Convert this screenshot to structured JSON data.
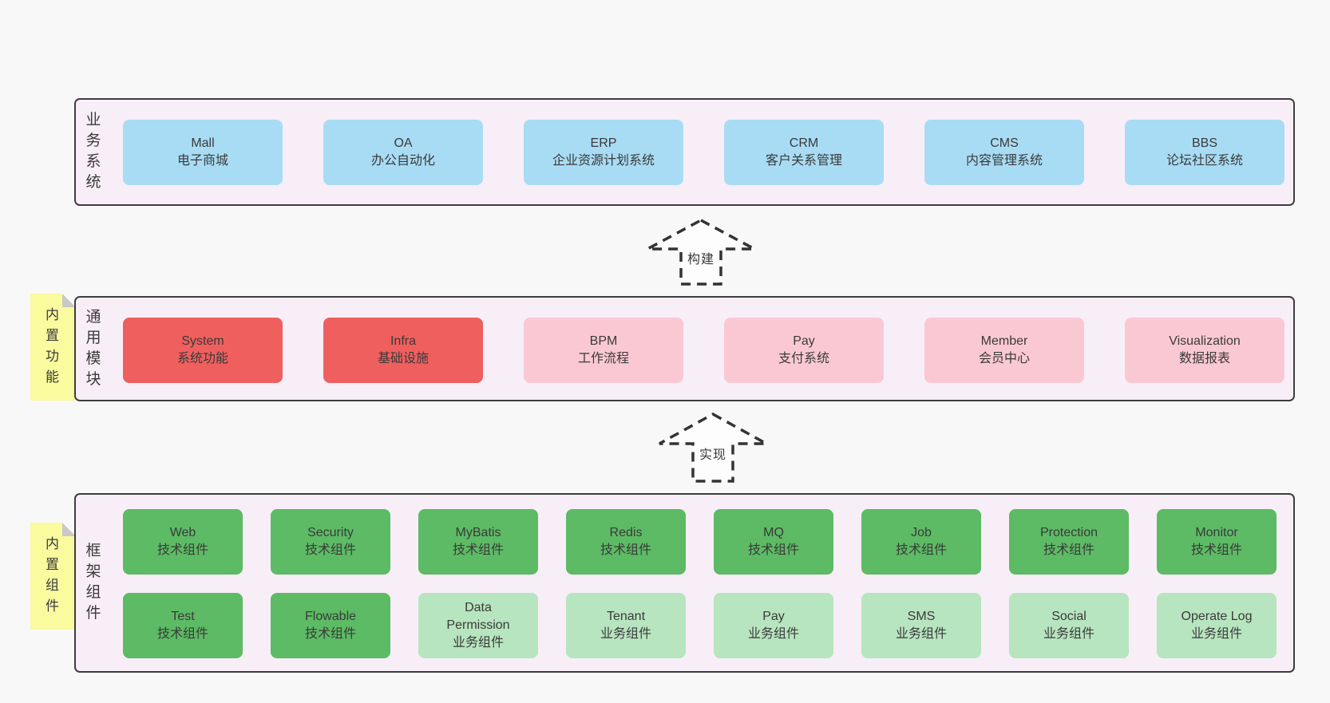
{
  "colors": {
    "page_bg": "#f8f8f8",
    "container_bg": "#f8eef7",
    "container_border": "#3d3d3d",
    "box_blue": "#a8dcf4",
    "box_red": "#ef5f5e",
    "box_pink": "#fac8d3",
    "box_green_dark": "#5cbb64",
    "box_green_light": "#b7e5bf",
    "note_yellow": "#fafa9e",
    "note_fold": "#c9c9c9",
    "text": "#3a3a3a",
    "arrow_stroke": "#333333",
    "arrow_fill": "#fdfdfd"
  },
  "diagram": {
    "layers": [
      {
        "id": "business-systems",
        "label": "业务系统",
        "boxes": [
          {
            "en": "Mall",
            "zh": "电子商城",
            "variant": "blue"
          },
          {
            "en": "OA",
            "zh": "办公自动化",
            "variant": "blue"
          },
          {
            "en": "ERP",
            "zh": "企业资源计划系统",
            "variant": "blue"
          },
          {
            "en": "CRM",
            "zh": "客户关系管理",
            "variant": "blue"
          },
          {
            "en": "CMS",
            "zh": "内容管理系统",
            "variant": "blue"
          },
          {
            "en": "BBS",
            "zh": "论坛社区系统",
            "variant": "blue"
          }
        ]
      },
      {
        "id": "common-modules",
        "label": "通用模块",
        "note": "内置功能",
        "boxes": [
          {
            "en": "System",
            "zh": "系统功能",
            "variant": "red"
          },
          {
            "en": "Infra",
            "zh": "基础设施",
            "variant": "red"
          },
          {
            "en": "BPM",
            "zh": "工作流程",
            "variant": "pink"
          },
          {
            "en": "Pay",
            "zh": "支付系统",
            "variant": "pink"
          },
          {
            "en": "Member",
            "zh": "会员中心",
            "variant": "pink"
          },
          {
            "en": "Visualization",
            "zh": "数据报表",
            "variant": "pink"
          }
        ]
      },
      {
        "id": "framework-components",
        "label": "框架组件",
        "note": "内置组件",
        "rows": [
          [
            {
              "en": "Web",
              "zh": "技术组件",
              "variant": "green"
            },
            {
              "en": "Security",
              "zh": "技术组件",
              "variant": "green"
            },
            {
              "en": "MyBatis",
              "zh": "技术组件",
              "variant": "green"
            },
            {
              "en": "Redis",
              "zh": "技术组件",
              "variant": "green"
            },
            {
              "en": "MQ",
              "zh": "技术组件",
              "variant": "green"
            },
            {
              "en": "Job",
              "zh": "技术组件",
              "variant": "green"
            },
            {
              "en": "Protection",
              "zh": "技术组件",
              "variant": "green"
            },
            {
              "en": "Monitor",
              "zh": "技术组件",
              "variant": "green"
            }
          ],
          [
            {
              "en": "Test",
              "zh": "技术组件",
              "variant": "green"
            },
            {
              "en": "Flowable",
              "zh": "技术组件",
              "variant": "green"
            },
            {
              "en": "Data\nPermission",
              "zh": "业务组件",
              "variant": "green-light"
            },
            {
              "en": "Tenant",
              "zh": "业务组件",
              "variant": "green-light"
            },
            {
              "en": "Pay",
              "zh": "业务组件",
              "variant": "green-light"
            },
            {
              "en": "SMS",
              "zh": "业务组件",
              "variant": "green-light"
            },
            {
              "en": "Social",
              "zh": "业务组件",
              "variant": "green-light"
            },
            {
              "en": "Operate Log",
              "zh": "业务组件",
              "variant": "green-light"
            }
          ]
        ]
      }
    ],
    "arrows": [
      {
        "label": "构建"
      },
      {
        "label": "实现"
      }
    ]
  }
}
